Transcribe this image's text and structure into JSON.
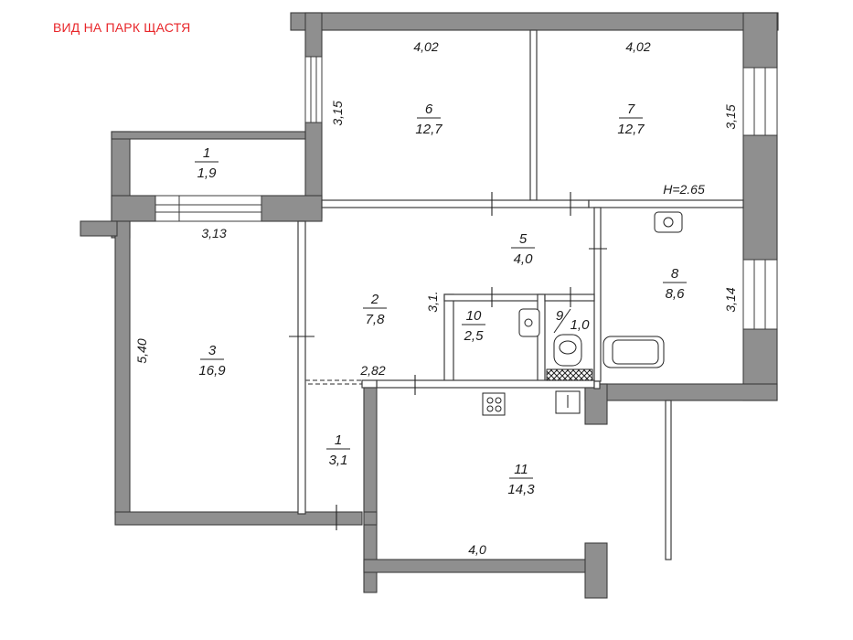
{
  "title": "ВИД НА ПАРК ЩАСТЯ",
  "ceiling_height": "H=2.65",
  "rooms": [
    {
      "id": "r6",
      "number": "6",
      "area": "12,7"
    },
    {
      "id": "r7",
      "number": "7",
      "area": "12,7"
    },
    {
      "id": "r1a",
      "number": "1",
      "area": "1,9"
    },
    {
      "id": "r5",
      "number": "5",
      "area": "4,0"
    },
    {
      "id": "r2",
      "number": "2",
      "area": "7,8"
    },
    {
      "id": "r8",
      "number": "8",
      "area": "8,6"
    },
    {
      "id": "r10",
      "number": "10",
      "area": "2,5"
    },
    {
      "id": "r9",
      "number": "9",
      "area": "1,0"
    },
    {
      "id": "r3",
      "number": "3",
      "area": "16,9"
    },
    {
      "id": "r1b",
      "number": "1",
      "area": "3,1"
    },
    {
      "id": "r11",
      "number": "11",
      "area": "14,3"
    }
  ],
  "dimensions": {
    "d402a": "4,02",
    "d402b": "4,02",
    "d315a": "3,15",
    "d315b": "3,15",
    "d313": "3,13",
    "d540": "5,40",
    "d31": "3,1.",
    "d314": "3,14",
    "d282": "2,82",
    "d40": "4,0"
  }
}
